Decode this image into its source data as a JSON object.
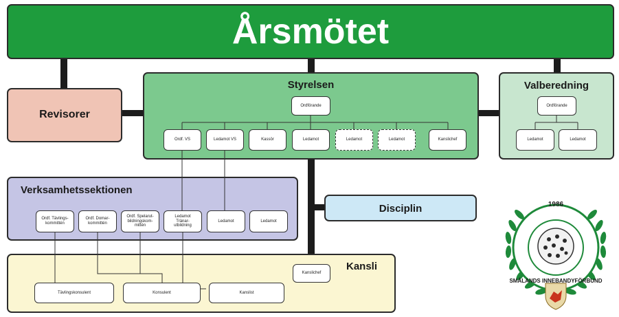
{
  "top": {
    "title": "Årsmötet",
    "color": "#1e9c3d"
  },
  "revisorer": {
    "title": "Revisorer",
    "color": "#f0c4b5"
  },
  "styrelsen": {
    "title": "Styrelsen",
    "color": "#7cc98e",
    "chair": "Ordförande",
    "members": [
      "Ordf. VS",
      "Ledamot VS",
      "Kassör",
      "Ledamot",
      "Ledamot",
      "Ledamot",
      "Kanslichef"
    ]
  },
  "valberedning": {
    "title": "Valberedning",
    "color": "#c8e6cf",
    "chair": "Ordförande",
    "members": [
      "Ledamot",
      "Ledamot"
    ]
  },
  "verksamhet": {
    "title": "Verksamhetssektionen",
    "color": "#c5c5e5",
    "nodes": [
      "Ordf. Tävlings-\nkommittén",
      "Ordf. Domar-\nkommittén",
      "Ordf. Spelarut-\nbildningskom-\nmittén",
      "Ledamot\nTränar-\nutbildning",
      "Ledamot",
      "Ledamot"
    ]
  },
  "disciplin": {
    "title": "Disciplin",
    "color": "#cde8f6"
  },
  "kansli": {
    "title": "Kansli",
    "color": "#fbf6d2",
    "head": "Kanslichef",
    "staff": [
      "Tävlingskonsulent",
      "Konsulent",
      "Kanslist"
    ]
  },
  "logo": {
    "year": "1986",
    "text": "SMÅLANDS INNEBANDYFÖRBUND"
  }
}
